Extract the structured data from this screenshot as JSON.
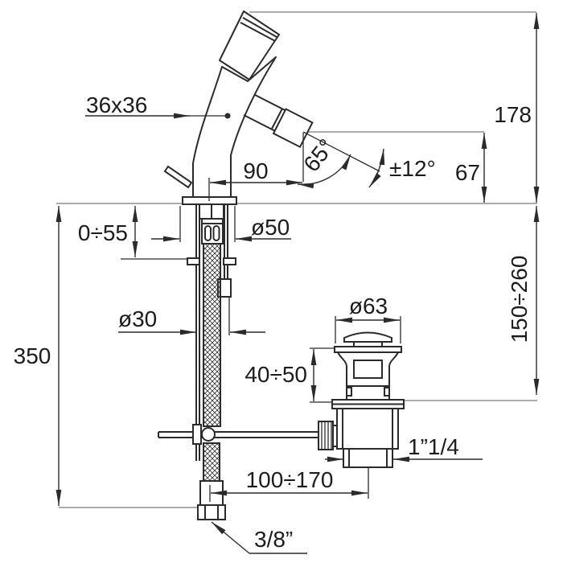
{
  "document": {
    "type": "technical dimension drawing",
    "subject": "single-lever bidet mixer tap with flexible supply hose and pop-up waste, side elevation"
  },
  "colors": {
    "line": "#2b2b2b",
    "construction_line": "#919191",
    "background": "#ffffff",
    "text": "#1c1c1c"
  },
  "labels": {
    "handle_section": "36x36",
    "spout_reach": "90",
    "spout_angle": "65°",
    "swivel_range": "±12°",
    "spout_height": "67",
    "total_height": "178",
    "mount_thickness": "0÷55",
    "base_diameter": "ø50",
    "shank_diameter": "ø30",
    "hose_drop": "350",
    "waste_cap_diameter": "ø63",
    "waste_body_height": "40÷50",
    "waste_drop": "150÷260",
    "outlet_thread": "1”1/4",
    "linkage_offset": "100÷170",
    "supply_thread": "3/8”"
  }
}
